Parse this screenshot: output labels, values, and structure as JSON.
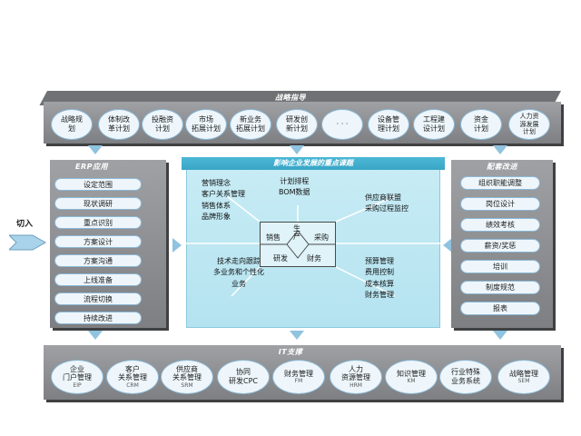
{
  "top": {
    "title": "战略指导",
    "items": [
      "战略规\n划",
      "体制改\n革计划",
      "投融资\n计划",
      "市场\n拓展计划",
      "新业务\n拓展计划",
      "研发创\n新计划",
      "· · ·",
      "设备管\n理计划",
      "工程建\n设计划",
      "资金\n计划",
      "人力资\n源发展\n计划"
    ]
  },
  "erp": {
    "title": "ERP应用",
    "entry_label": "切入",
    "steps": [
      "设定范围",
      "现状调研",
      "重点识别",
      "方案设计",
      "方案沟通",
      "上线准备",
      "流程切换",
      "持续改进"
    ]
  },
  "center": {
    "title": "影响企业发展的重点课题",
    "top_left": [
      "营销理念",
      "客户关系管理",
      "销售体系",
      "品牌形象"
    ],
    "top_middle": [
      "计划排程",
      "BOM数据"
    ],
    "top_right": [
      "供应商联盟",
      "采购过程监控"
    ],
    "bottom_left": [
      "技术走向跟踪",
      "多业务和个性化",
      "业务"
    ],
    "bottom_right": [
      "预算管理",
      "费用控制",
      "成本核算",
      "财务管理"
    ],
    "core": {
      "sales": "销售",
      "production": "生\n产",
      "purchasing": "采购",
      "rnd": "研发",
      "finance": "财务"
    }
  },
  "support": {
    "title": "配套改进",
    "items": [
      "组织职能调整",
      "岗位设计",
      "绩效考核",
      "薪资/奖惩",
      "培训",
      "制度规范",
      "报表"
    ]
  },
  "it": {
    "title": "IT支撑",
    "items": [
      {
        "name": "企业\n门户管理",
        "code": "EIP"
      },
      {
        "name": "客户\n关系管理",
        "code": "CRM"
      },
      {
        "name": "供应商\n关系管理",
        "code": "SRM"
      },
      {
        "name": "协同\n研发CPC",
        "code": ""
      },
      {
        "name": "财务管理",
        "code": "FM"
      },
      {
        "name": "人力\n资源管理",
        "code": "HRM"
      },
      {
        "name": "知识管理",
        "code": "KM"
      },
      {
        "name": "行业特殊\n业务系统",
        "code": ""
      },
      {
        "name": "战略管理",
        "code": "SEM"
      }
    ]
  },
  "colors": {
    "panel": "#8e9093",
    "center": "#bfe8f3",
    "oval_fill": "#eef6fb",
    "oval_border": "#8cb7d6",
    "arrow": "#8fc3e0"
  }
}
